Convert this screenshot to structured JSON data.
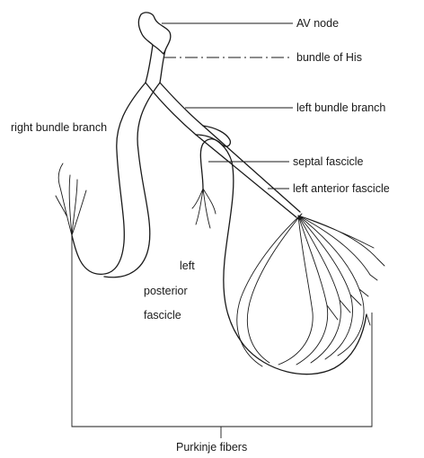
{
  "labels": {
    "av_node": "AV node",
    "bundle_of_his": "bundle of His",
    "left_bundle_branch": "left bundle branch",
    "right_bundle_branch": "right bundle branch",
    "septal_fascicle": "septal fascicle",
    "left_anterior_fascicle": "left anterior fascicle",
    "left_posterior_line1": "left",
    "left_posterior_line2": "posterior",
    "left_posterior_line3": "fascicle",
    "purkinje_fibers": "Purkinje fibers"
  },
  "colors": {
    "ink": "#1a1a1a",
    "background": "#ffffff"
  }
}
